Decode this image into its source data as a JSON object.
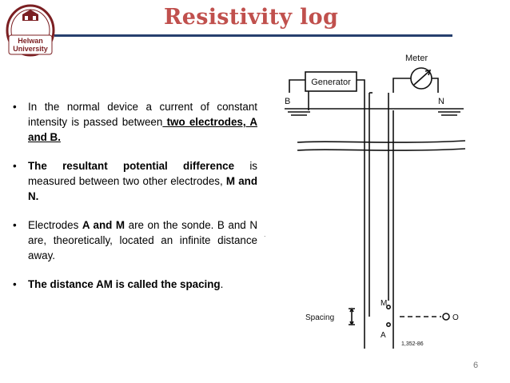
{
  "slide": {
    "title": "Resistivity log",
    "page_number": "6",
    "logo_text": [
      "Helwan",
      "University"
    ]
  },
  "bullets": {
    "b1": {
      "t1": "In the normal device a current of constant intensity is passed between",
      "t2": " two electrodes, A and B."
    },
    "b2": {
      "t1": "The resultant potential difference",
      "t2": " is measured between two other electrodes, ",
      "t3": "M and N."
    },
    "b3": {
      "t1": "Electrodes ",
      "t2": "A and M",
      "t3": " are on the sonde. B and N are, theoretically, located an infinite distance away."
    },
    "b4": {
      "t1": "The distance AM is called the spacing",
      "t2": "."
    }
  },
  "diagram": {
    "generator": "Generator",
    "meter": "Meter",
    "label_b": "B",
    "label_n": "N",
    "label_m": "M",
    "label_a": "A",
    "spacing": "Spacing",
    "label_o": "O",
    "fig_id": "1,352-86"
  },
  "colors": {
    "title": "#c0504d",
    "rule": "#27406e",
    "seal": "#7b1f22"
  }
}
